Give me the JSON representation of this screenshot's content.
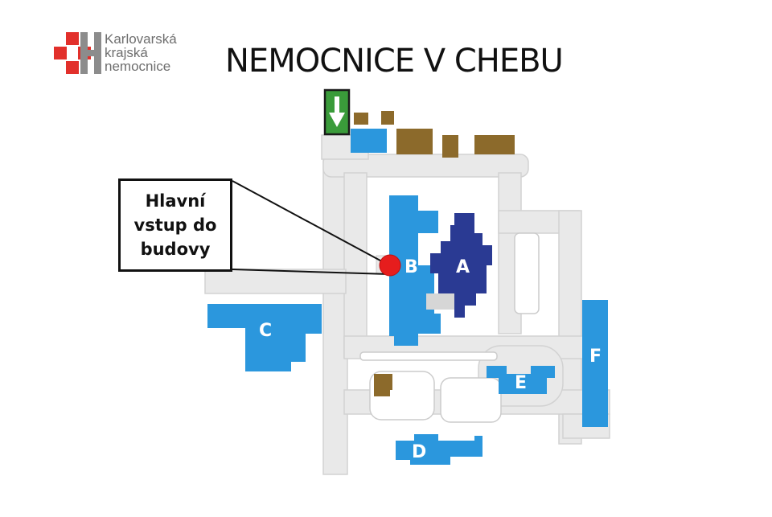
{
  "logo": {
    "lines": [
      "Karlovarská",
      "krajská",
      "nemocnice"
    ],
    "colors": {
      "cross_red": "#e2302b",
      "h_gray": "#8c8c8c"
    }
  },
  "title": "NEMOCNICE V CHEBU",
  "callout": {
    "lines": [
      "Hlavní",
      "vstup do",
      "budovy"
    ]
  },
  "entrance_arrow": {
    "icon": "arrow-down-icon",
    "color": "#3a9b3a"
  },
  "buildings": [
    {
      "id": "A",
      "label": "A",
      "color": "#2a3a93"
    },
    {
      "id": "B",
      "label": "B",
      "color": "#2b97dd"
    },
    {
      "id": "C",
      "label": "C",
      "color": "#2b97dd"
    },
    {
      "id": "D",
      "label": "D",
      "color": "#2b97dd"
    },
    {
      "id": "E",
      "label": "E",
      "color": "#2b97dd"
    },
    {
      "id": "F",
      "label": "F",
      "color": "#2b97dd"
    }
  ],
  "colors": {
    "road": "#e9e9e9",
    "road_edge": "#d0d0d0",
    "outbuilding": "#8c6a2b",
    "entrance_marker": "#e61d1d"
  }
}
